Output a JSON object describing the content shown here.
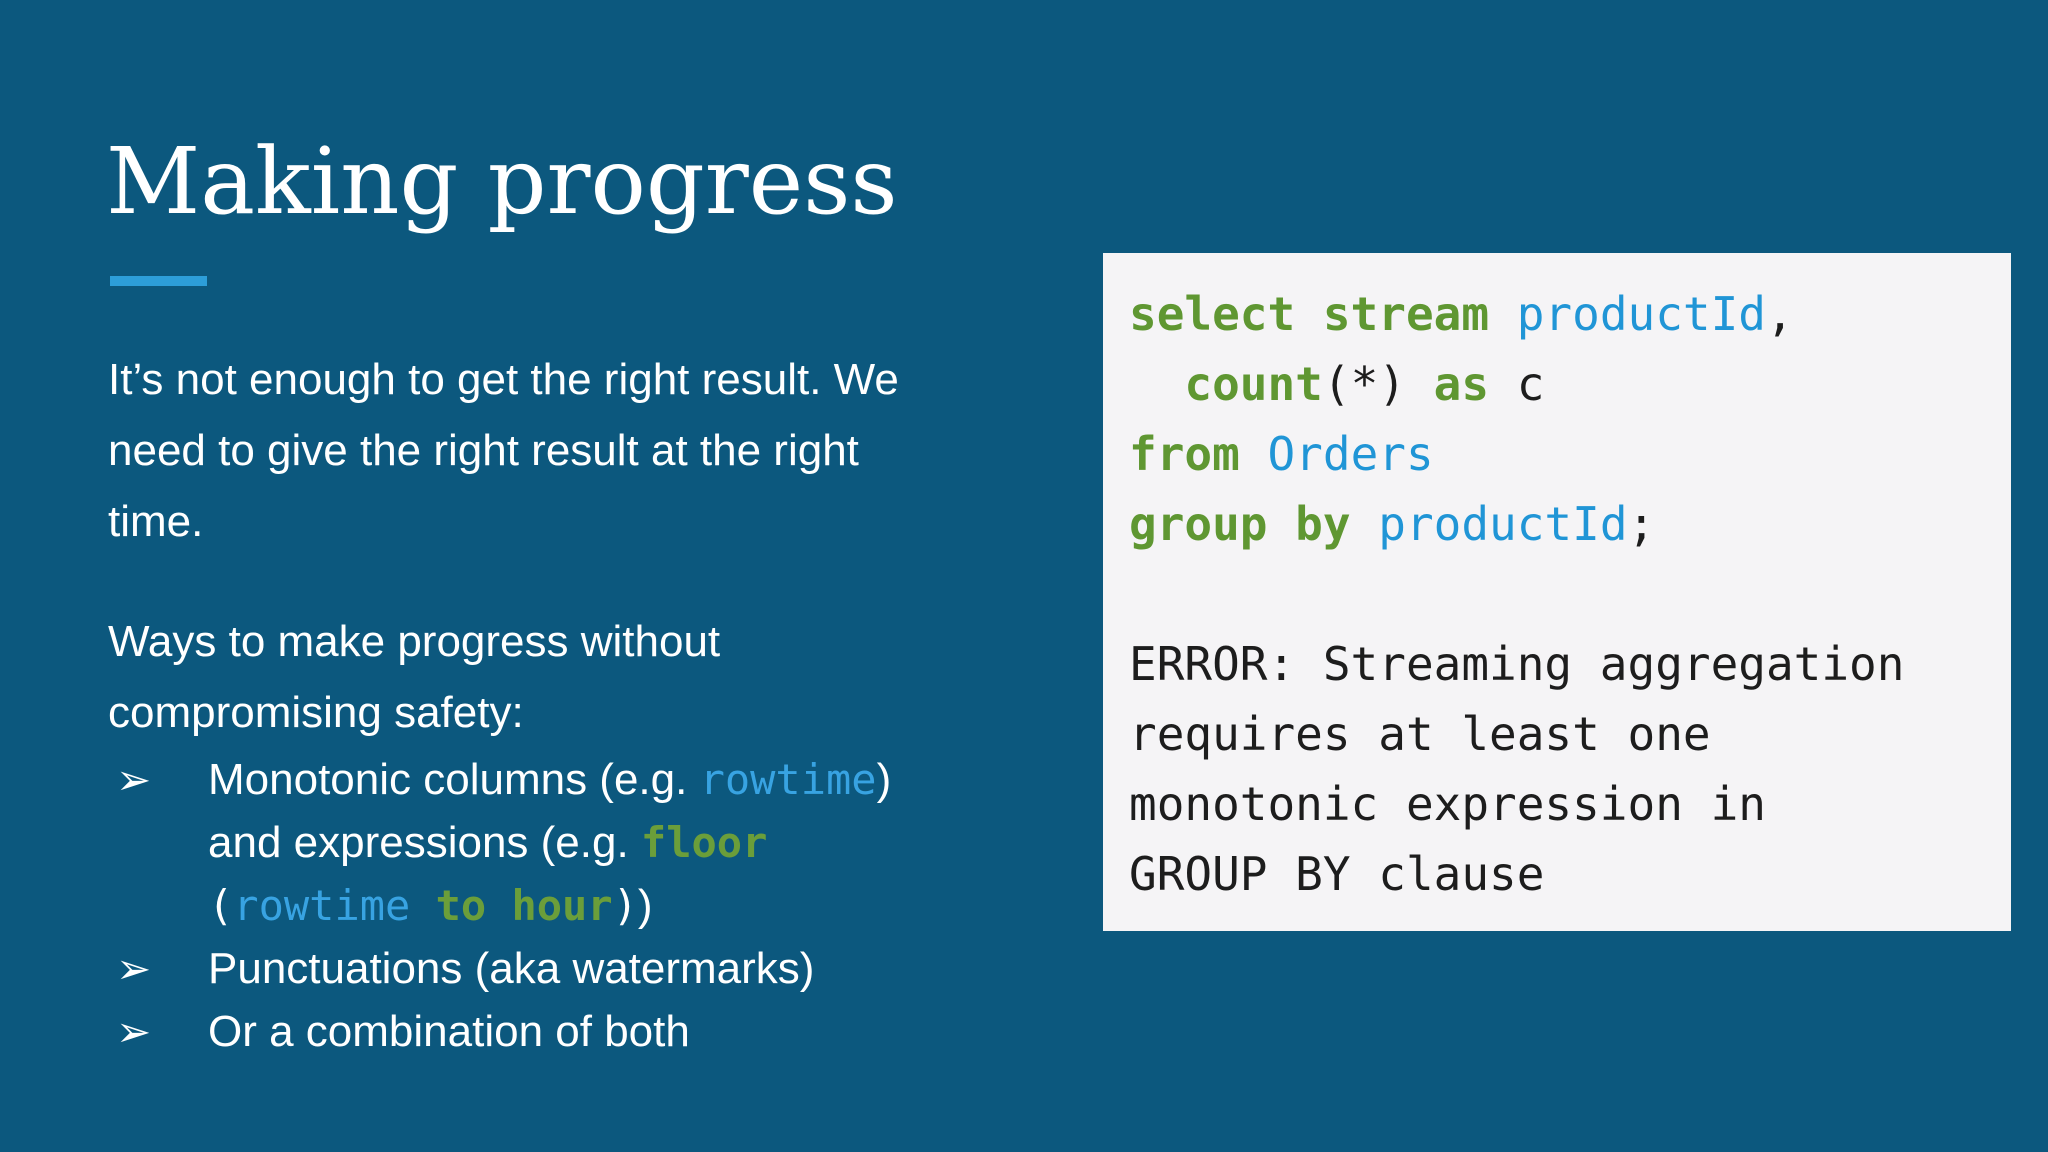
{
  "colors": {
    "background": "#0c587e",
    "accent_bar": "#2d9ed9",
    "text": "#ffffff",
    "code_bg": "#f5f4f6",
    "code_green": "#5f9732",
    "code_blue": "#2095d6",
    "code_text": "#1d1d1d",
    "inline_blue": "#38a3e2",
    "inline_green": "#6b9e3a"
  },
  "title": {
    "text": "Making progress"
  },
  "intro": {
    "lines": [
      "It’s not enough to get the right result. We",
      "need to give the right result at the right",
      "time."
    ]
  },
  "safety": {
    "lines": [
      "Ways to make progress without",
      "compromising safety:"
    ]
  },
  "bullets": {
    "marker": "➢",
    "items": [
      {
        "lines": [
          [
            {
              "text": "Monotonic columns (e.g. ",
              "type": "plain"
            },
            {
              "text": "rowtime",
              "type": "mono-blue"
            },
            {
              "text": ")",
              "type": "plain"
            }
          ],
          [
            {
              "text": "and expressions (e.g. ",
              "type": "plain"
            },
            {
              "text": "floor",
              "type": "mono-green"
            }
          ],
          [
            {
              "text": "(",
              "type": "mono-white"
            },
            {
              "text": "rowtime",
              "type": "mono-blue"
            },
            {
              "text": " ",
              "type": "mono-white"
            },
            {
              "text": "to hour",
              "type": "mono-green"
            },
            {
              "text": ")",
              "type": "mono-white"
            },
            {
              "text": ")",
              "type": "plain"
            }
          ]
        ]
      },
      {
        "lines": [
          [
            {
              "text": "Punctuations (aka watermarks)",
              "type": "plain"
            }
          ]
        ]
      },
      {
        "lines": [
          [
            {
              "text": "Or a combination of both",
              "type": "plain"
            }
          ]
        ]
      }
    ]
  },
  "code": {
    "lines": [
      [
        {
          "text": "select stream ",
          "type": "kw"
        },
        {
          "text": "productId",
          "type": "id"
        },
        {
          "text": ",",
          "type": "pl"
        }
      ],
      [
        {
          "text": "  ",
          "type": "pl"
        },
        {
          "text": "count",
          "type": "kw"
        },
        {
          "text": "(*) ",
          "type": "pl"
        },
        {
          "text": "as",
          "type": "kw"
        },
        {
          "text": " c",
          "type": "pl"
        }
      ],
      [
        {
          "text": "from",
          "type": "kw"
        },
        {
          "text": " ",
          "type": "pl"
        },
        {
          "text": "Orders",
          "type": "id"
        }
      ],
      [
        {
          "text": "group by",
          "type": "kw"
        },
        {
          "text": " ",
          "type": "pl"
        },
        {
          "text": "productId",
          "type": "id"
        },
        {
          "text": ";",
          "type": "pl"
        }
      ],
      [],
      [
        {
          "text": "ERROR: Streaming aggregation",
          "type": "pl"
        }
      ],
      [
        {
          "text": "requires at least one",
          "type": "pl"
        }
      ],
      [
        {
          "text": "monotonic expression in",
          "type": "pl"
        }
      ],
      [
        {
          "text": "GROUP BY clause",
          "type": "pl"
        }
      ]
    ]
  }
}
